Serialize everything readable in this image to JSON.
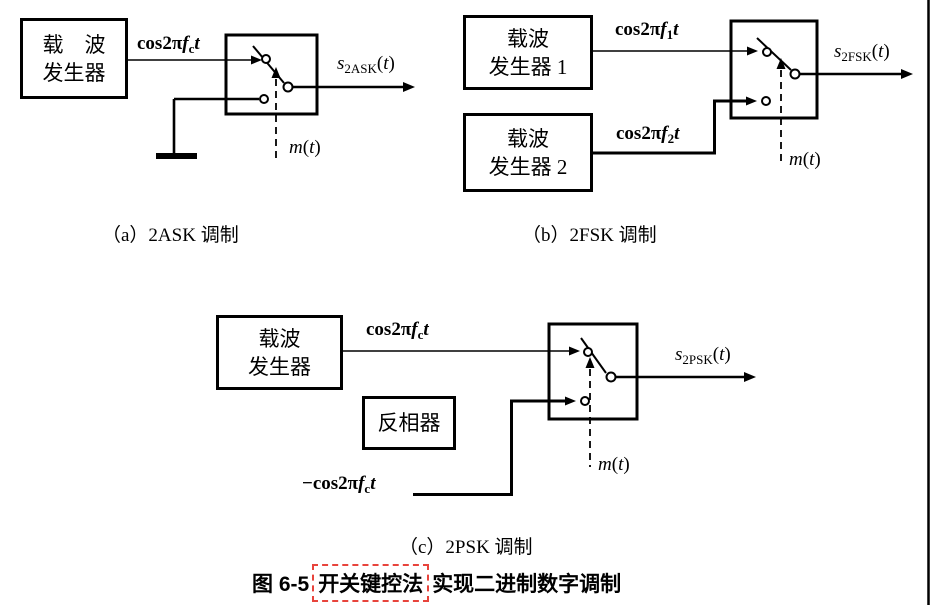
{
  "figure": {
    "caption_prefix": "图 6-5",
    "caption_highlight": "开关键控法",
    "caption_rest": "实现二进制数字调制"
  },
  "colors": {
    "line": "#000000",
    "highlight_box": "#e8443c"
  },
  "diagram_a": {
    "caption": "（a）2ASK 调制",
    "generator": {
      "line1": "载　波",
      "line2": "发生器"
    },
    "carrier": {
      "pre": "cos2π",
      "var": "f",
      "sub": "c",
      "t": "t"
    },
    "signal": {
      "s": "s",
      "sub": "2ASK",
      "open": "(",
      "t": "t",
      "close": ")"
    },
    "control": {
      "m": "m",
      "open": "(",
      "t": "t",
      "close": ")"
    }
  },
  "diagram_b": {
    "caption": "（b）2FSK 调制",
    "generator1": {
      "line1": "载波",
      "line2": "发生器 1"
    },
    "generator2": {
      "line1": "载波",
      "line2": "发生器 2"
    },
    "carrier1": {
      "pre": "cos2π",
      "var": "f",
      "sub": "1",
      "t": "t"
    },
    "carrier2": {
      "pre": "cos2π",
      "var": "f",
      "sub": "2",
      "t": "t"
    },
    "signal": {
      "s": "s",
      "sub": "2FSK",
      "open": "(",
      "t": "t",
      "close": ")"
    },
    "control": {
      "m": "m",
      "open": "(",
      "t": "t",
      "close": ")"
    }
  },
  "diagram_c": {
    "caption": "（c）2PSK 调制",
    "generator": {
      "line1": "载波",
      "line2": "发生器"
    },
    "inverter": "反相器",
    "carrier": {
      "pre": "cos2π",
      "var": "f",
      "sub": "c",
      "t": "t"
    },
    "neg_carrier": {
      "pre": "−cos2π",
      "var": "f",
      "sub": "c",
      "t": "t"
    },
    "signal": {
      "s": "s",
      "sub": "2PSK",
      "open": "(",
      "t": "t",
      "close": ")"
    },
    "control": {
      "m": "m",
      "open": "(",
      "t": "t",
      "close": ")"
    }
  }
}
